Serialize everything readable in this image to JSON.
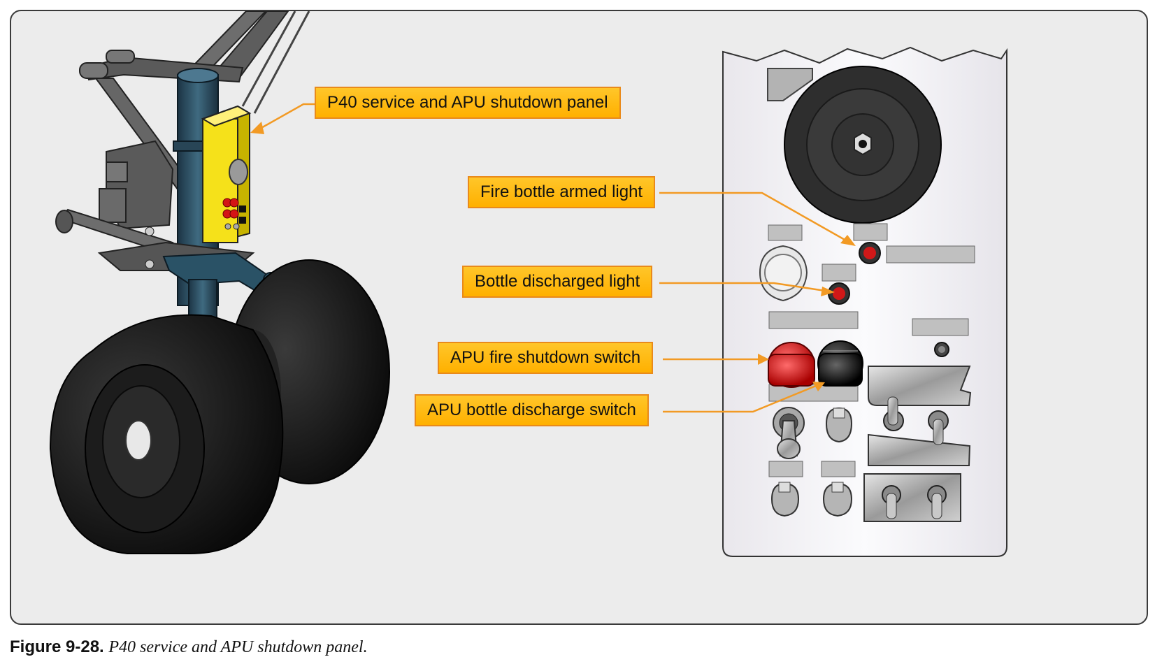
{
  "callouts": {
    "p40_panel": "P40 service and APU shutdown panel",
    "fire_bottle_armed_light": "Fire bottle armed light",
    "bottle_discharged_light": "Bottle discharged light",
    "apu_fire_shutdown_switch": "APU fire shutdown switch",
    "apu_bottle_discharge_switch": "APU bottle discharge switch"
  },
  "caption": {
    "number": "Figure 9-28.",
    "text": "P40 service and APU shutdown panel."
  },
  "icons": [
    "landing-gear-illustration",
    "service-panel-illustration",
    "toggle-switch-icon",
    "indicator-light-icon"
  ],
  "colors": {
    "callout_fill": "#ffb000",
    "callout_border": "#e98a1b",
    "leader_line": "#f29a24",
    "panel_yellow": "#f5e11a",
    "fire_switch_red": "#d01818",
    "strut_blue": "#2c4a5c"
  }
}
